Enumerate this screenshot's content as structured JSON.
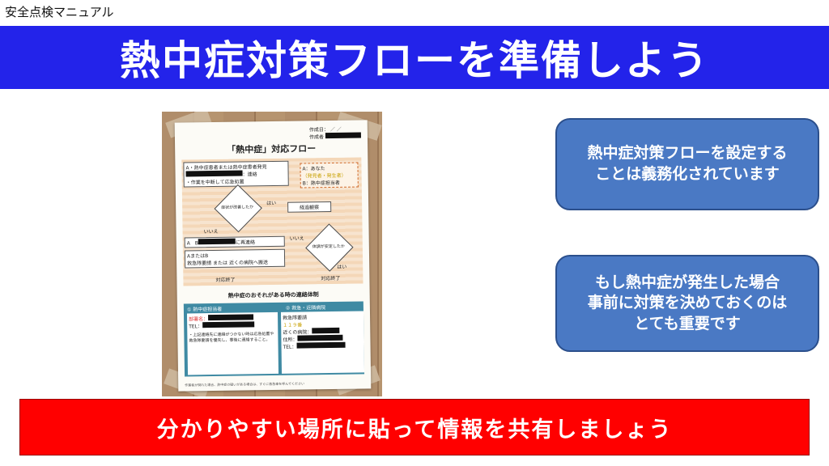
{
  "corner_label": "安全点検マニュアル",
  "title": "熱中症対策フローを準備しよう",
  "callouts": [
    "熱中症対策フローを設定する\nことは義務化されています",
    "もし熱中症が発生した場合\n事前に対策を決めておくのは\nとても重要です"
  ],
  "banner": "分かりやすい場所に貼って情報を共有しましょう",
  "poster": {
    "date_label": "作成日：",
    "author_label": "作成者",
    "title": "「熱中症」対応フロー",
    "box_a": "A・熱中症患者または熱中症患者発見",
    "box_a_line2": "：連絡",
    "box_a_line3": "・作業を中断して応急処置",
    "legend_a": "A：あなた",
    "legend_a2": "（発見者・発生者）",
    "legend_b": "B：熱中症担当者",
    "q1": "症状が改善したか",
    "yes1": "はい",
    "continue": "経過観察",
    "no1": "いいえ",
    "box_b": "A　B",
    "box_b_tail": "に再連絡",
    "box_ab": "AまたはB",
    "box_ab2": "救急隊要請 または 近くの病院へ搬送",
    "q2": "体調が安定したか",
    "yes2": "はい",
    "no2": "いいえ",
    "end1": "対応終了",
    "end2": "対応終了",
    "contact_header": "熱中症のおそれがある時の連絡体制",
    "contact_left_title": "① 熱中症担当者",
    "contact_left_dept": "部署名：",
    "contact_left_tel": "TEL：",
    "contact_left_note": "・上記連絡先に連絡がつかない時は応急処置や救急隊要請を優先し、事後に連絡すること。",
    "contact_right_title": "② 救急・近隣病院",
    "contact_right_emergency": "救急隊要請",
    "contact_right_number": "１１９番",
    "contact_right_hospital": "近くの病院：",
    "contact_right_address": "住所：",
    "contact_right_tel": "TEL：",
    "footer": "作業者が倒れた場合、熱中症の疑いがある場合は、すぐに救急車を呼んでください"
  }
}
